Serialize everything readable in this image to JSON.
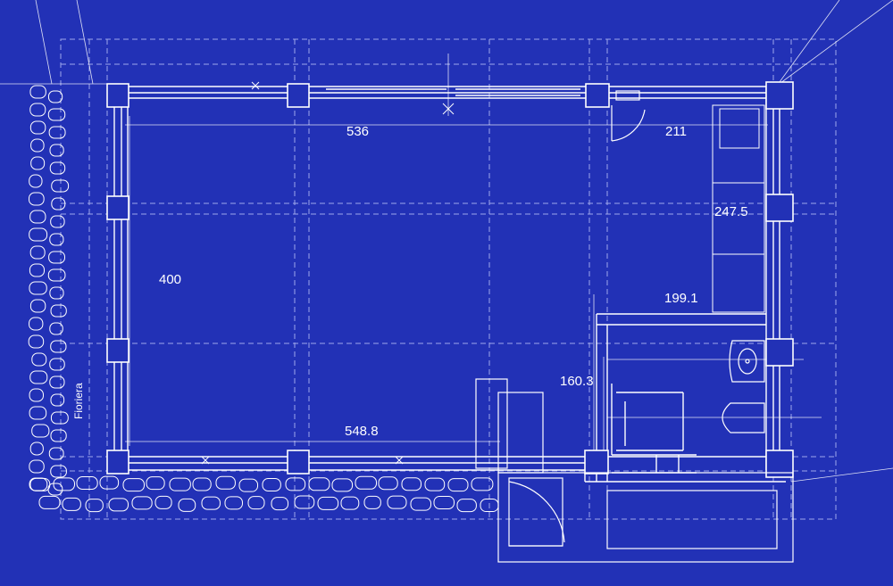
{
  "dimensions": {
    "main_length_top": "536",
    "right_room_width": "211",
    "right_room_depth": "247.5",
    "main_height": "400",
    "bath_width": "199.1",
    "bath_depth": "160.3",
    "total_length": "548.8"
  },
  "labels": {
    "planter": "Fioriera"
  },
  "colors": {
    "background": "#2231b6",
    "lines": "#ffffff",
    "dashed": "#c9d0ff"
  }
}
